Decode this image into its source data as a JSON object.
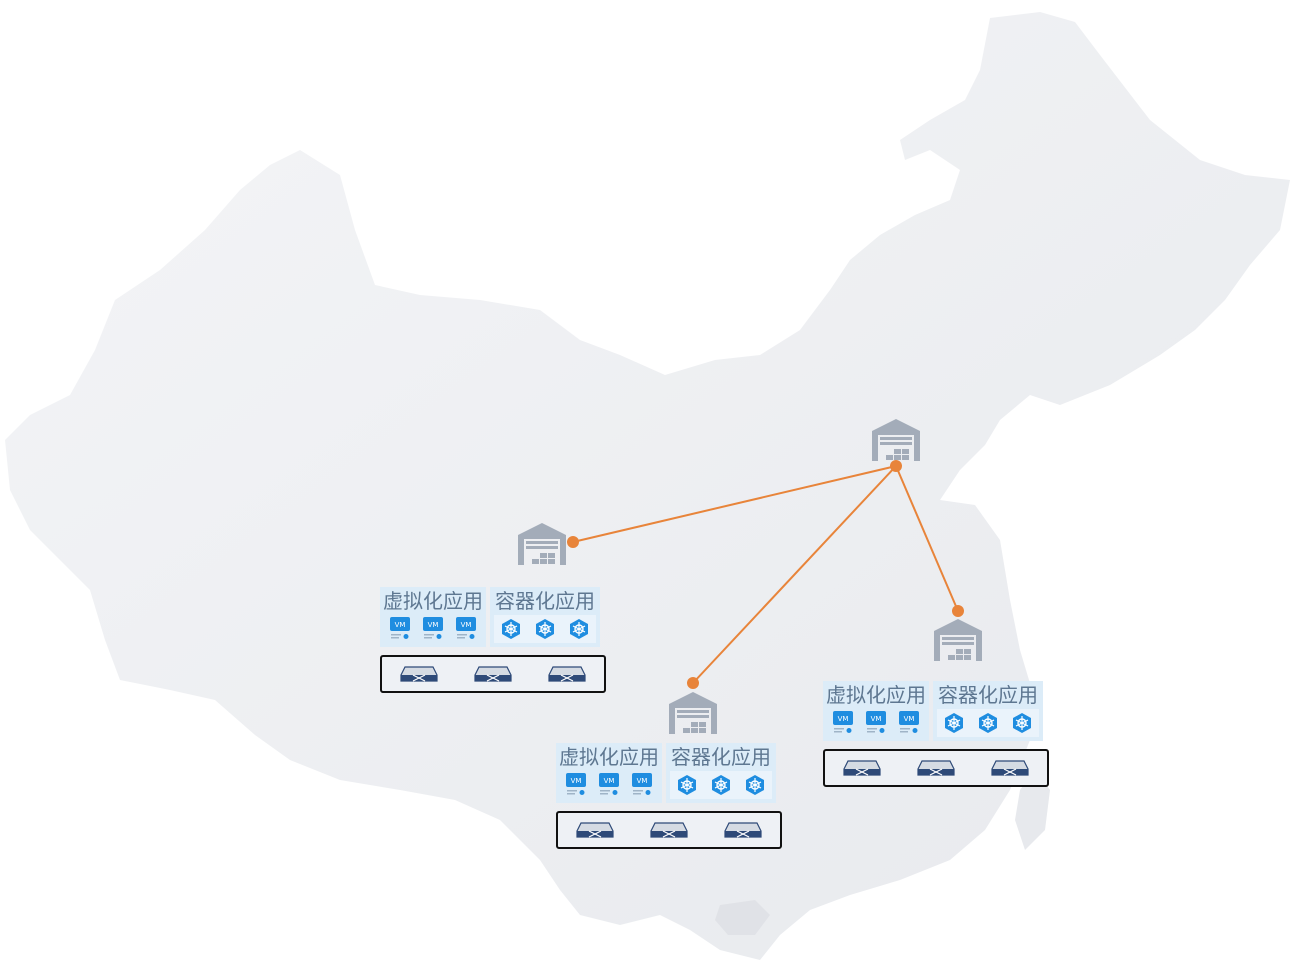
{
  "diagram": {
    "hub": "central-datacenter",
    "colors": {
      "map_fill": "#e9ebef",
      "link": "#e8843a",
      "warehouse": "#a3acb9",
      "panel": "#dcecf8",
      "label": "#5e7791",
      "vm_blue": "#1f8de0",
      "rack_border": "#111111"
    },
    "sites": [
      {
        "id": "site-west",
        "virt_label": "虚拟化应用",
        "cont_label": "容器化应用",
        "vm_badge": "VM",
        "vm_count": 3,
        "container_count": 3,
        "server_count": 3
      },
      {
        "id": "site-southwest",
        "virt_label": "虚拟化应用",
        "cont_label": "容器化应用",
        "vm_badge": "VM",
        "vm_count": 3,
        "container_count": 3,
        "server_count": 3
      },
      {
        "id": "site-east",
        "virt_label": "虚拟化应用",
        "cont_label": "容器化应用",
        "vm_badge": "VM",
        "vm_count": 3,
        "container_count": 3,
        "server_count": 3
      }
    ],
    "links": [
      {
        "from": "central-datacenter",
        "to": "site-west"
      },
      {
        "from": "central-datacenter",
        "to": "site-southwest"
      },
      {
        "from": "central-datacenter",
        "to": "site-east"
      }
    ],
    "icons": [
      "warehouse-icon",
      "vm-icon",
      "kubernetes-icon",
      "server-icon",
      "map-outline"
    ]
  }
}
